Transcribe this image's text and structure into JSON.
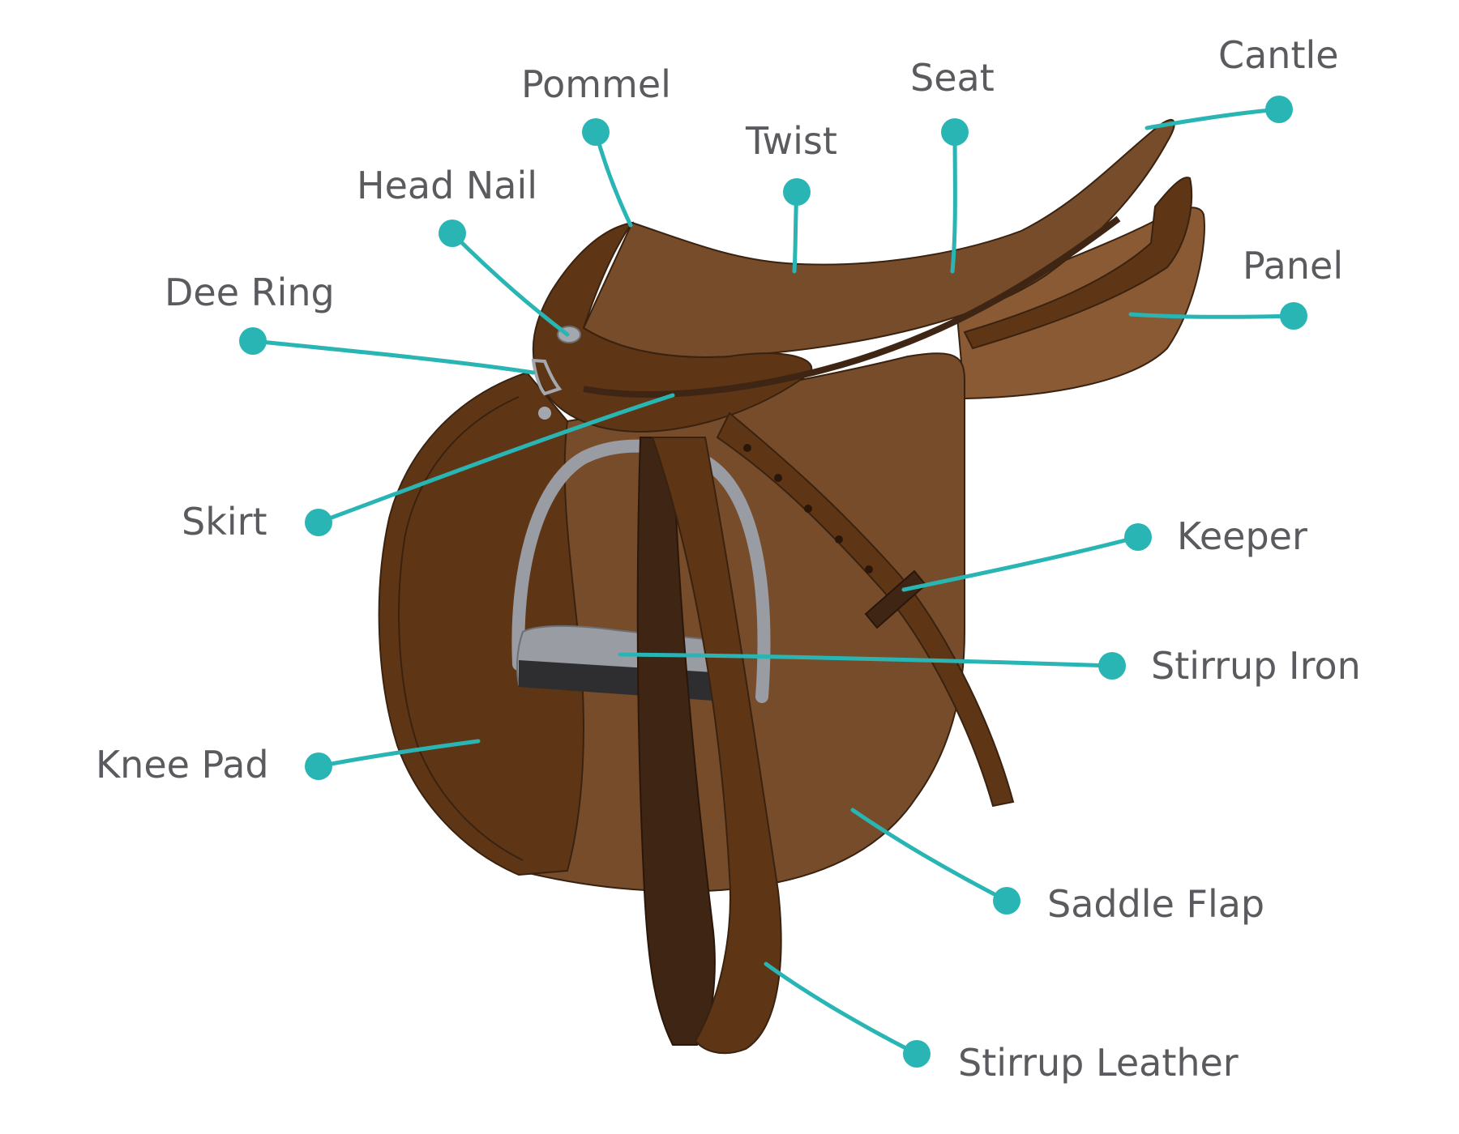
{
  "colors": {
    "background": "#ffffff",
    "leader": "#2ab5b5",
    "label_text": "#5b5b5f",
    "leather_dark": "#5e3616",
    "leather_mid": "#764c2a",
    "leather_light": "#8a5a35",
    "leather_deep": "#3f2514",
    "outline": "#3a2210",
    "iron": "#9a9ca3",
    "tread": "#2e2e30"
  },
  "labels": {
    "pommel": "Pommel",
    "seat": "Seat",
    "cantle": "Cantle",
    "twist": "Twist",
    "head_nail": "Head Nail",
    "dee_ring": "Dee Ring",
    "panel": "Panel",
    "skirt": "Skirt",
    "keeper": "Keeper",
    "stirrup_iron": "Stirrup Iron",
    "knee_pad": "Knee Pad",
    "saddle_flap": "Saddle Flap",
    "stirrup_leather": "Stirrup Leather"
  }
}
